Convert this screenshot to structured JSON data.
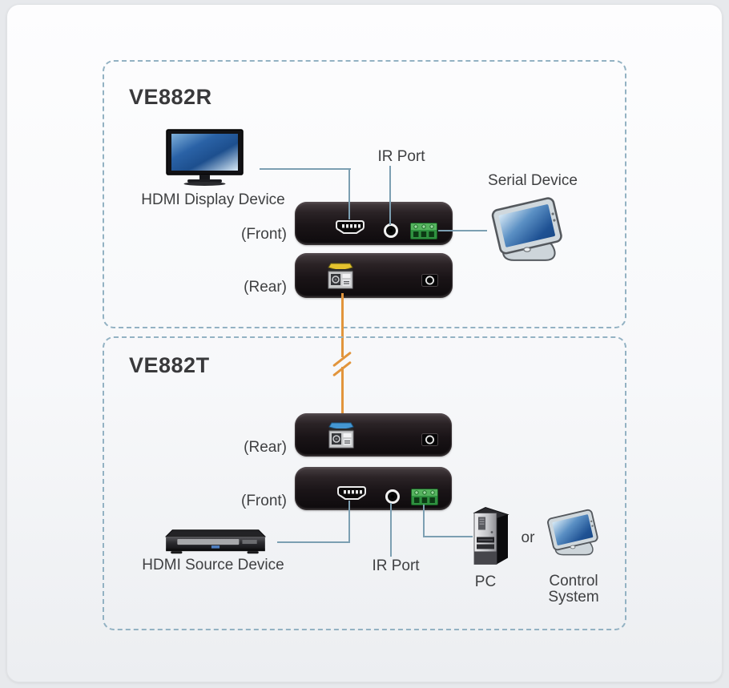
{
  "diagram": {
    "ve882r": {
      "title": "VE882R",
      "display_device_label": "HDMI Display Device",
      "ir_port_label": "IR Port",
      "serial_device_label": "Serial Device",
      "front_label": "(Front)",
      "rear_label": "(Rear)"
    },
    "ve882t": {
      "title": "VE882T",
      "source_device_label": "HDMI Source Device",
      "ir_port_label": "IR Port",
      "pc_label": "PC",
      "or_label": "or",
      "control_system_label": "Control System",
      "front_label": "(Front)",
      "rear_label": "(Rear)"
    },
    "colors": {
      "dashed_border": "#93b2c3",
      "connector_line": "#7c9fb2",
      "fiber_cable": "#e2953c",
      "label_text": "#3f4042",
      "terminal_green": "#2f9140",
      "sfp_latch_receiver": "#e4c22e",
      "sfp_latch_transmitter": "#4496d2"
    },
    "icons": {
      "hdmi_display": "hdmi-display-icon",
      "serial_device": "serial-device-icon",
      "hdmi_source": "hdmi-source-icon",
      "pc": "pc-tower-icon",
      "control_system": "control-system-icon",
      "sfp_fiber_port": "sfp-fiber-port-icon",
      "power_jack": "power-jack-icon",
      "hdmi_port": "hdmi-port-icon",
      "ir_port": "ir-port-icon",
      "serial_terminal": "serial-terminal-icon",
      "cable_break": "cable-break-icon"
    }
  }
}
